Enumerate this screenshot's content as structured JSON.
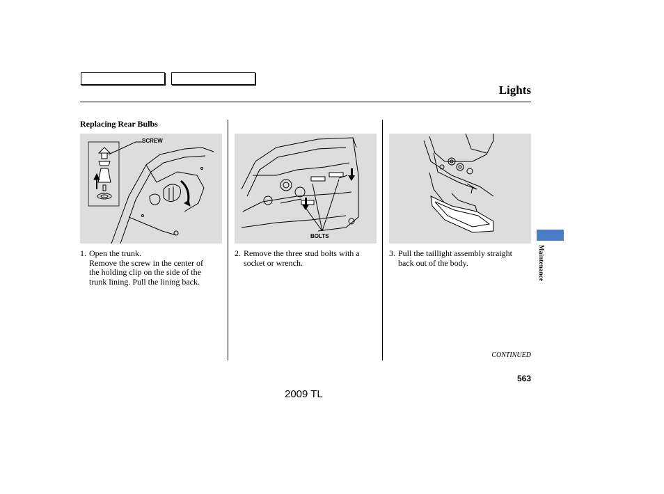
{
  "header": {
    "nav_box_1": "",
    "nav_box_2": "",
    "title": "Lights"
  },
  "section": {
    "heading": "Replacing Rear Bulbs"
  },
  "figures": [
    {
      "label": "SCREW"
    },
    {
      "label": "BOLTS"
    },
    {
      "label": ""
    }
  ],
  "steps": [
    {
      "number": "1.",
      "lines": [
        "Open the trunk.",
        "Remove the screw in the center of",
        "the holding clip on the side of the",
        "trunk lining. Pull the lining back."
      ]
    },
    {
      "number": "2.",
      "lines": [
        "Remove the three stud bolts with a",
        "socket or wrench."
      ]
    },
    {
      "number": "3.",
      "lines": [
        "Pull the taillight assembly straight",
        "back out of the body."
      ]
    }
  ],
  "continued": "CONTINUED",
  "page_number": "563",
  "footer": "2009  TL",
  "side_tab": {
    "label": "Maintenance",
    "color": "#4a7cc7"
  },
  "colors": {
    "figure_background": "#dddddd"
  }
}
